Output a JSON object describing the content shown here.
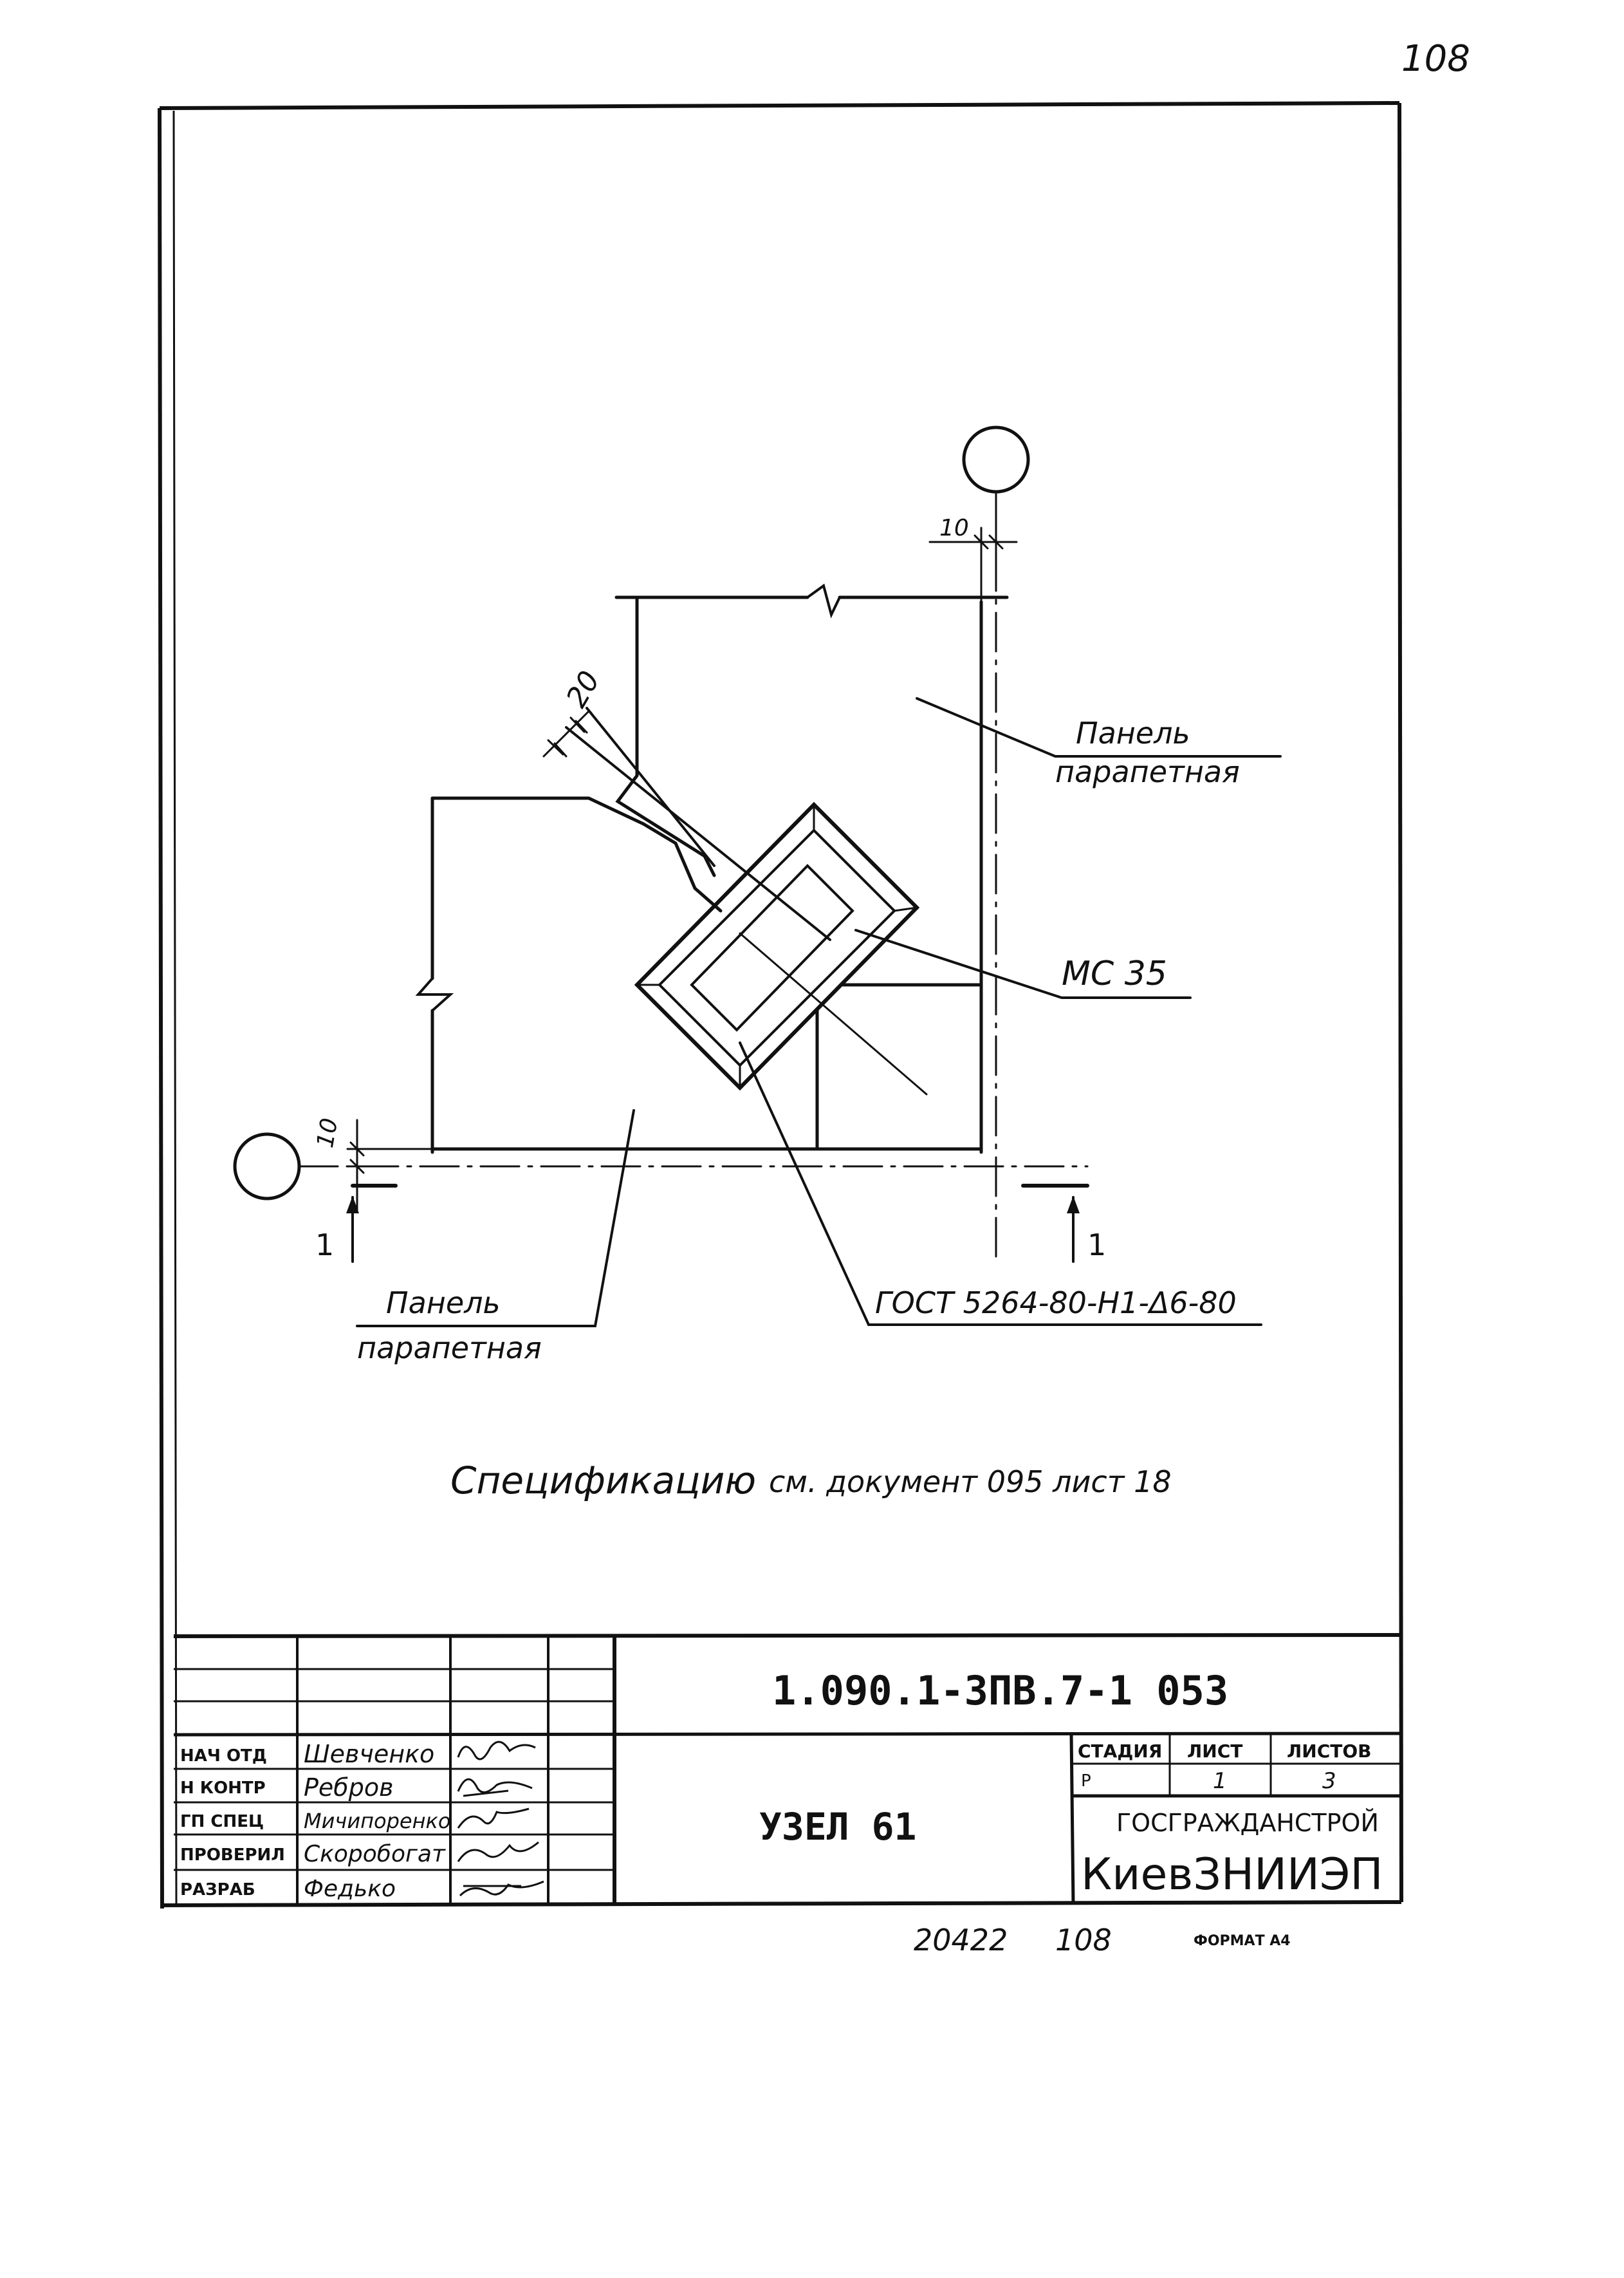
{
  "page_number": "108",
  "drawing": {
    "markers": {
      "left_dim": "10",
      "top_dim": "10",
      "weld_dim": "20"
    },
    "panel_upper_label_1": "Панель",
    "panel_upper_label_2": "парапетная",
    "panel_lower_label_1": "Панель",
    "panel_lower_label_2": "парапетная",
    "part_label": "МС 35",
    "weld_standard": "ГОСТ 5264-80-Н1-Δ6-80",
    "section_mark_left": "1",
    "section_mark_right": "1"
  },
  "specification_note_1": "Спецификацию",
  "specification_note_2": "см. документ 095 лист 18",
  "title_block": {
    "document_code": "1.090.1-3ПВ.7-1    053",
    "sheet_title": "УЗЕЛ 61",
    "roles": [
      {
        "role": "НАЧ ОТД",
        "name": "Шевченко"
      },
      {
        "role": "Н КОНТР",
        "name": "Ребров"
      },
      {
        "role": "ГП СПЕЦ",
        "name": "Мичипоренко"
      },
      {
        "role": "ПРОВЕРИЛ",
        "name": "Скоробогат"
      },
      {
        "role": "РАЗРАБ",
        "name": "Федько"
      }
    ],
    "stage_header": "СТАДИЯ",
    "sheet_header": "ЛИСТ",
    "sheets_header": "ЛИСТОВ",
    "stage_value": "Р",
    "sheet_value": "1",
    "sheets_value": "3",
    "org_line_1": "ГОСГРАЖДАНСТРОЙ",
    "org_line_2": "КиевЗНИИЭП"
  },
  "footer": {
    "inventory": "20422",
    "inventory_page": "108",
    "format": "ФОРМАТ А4"
  }
}
